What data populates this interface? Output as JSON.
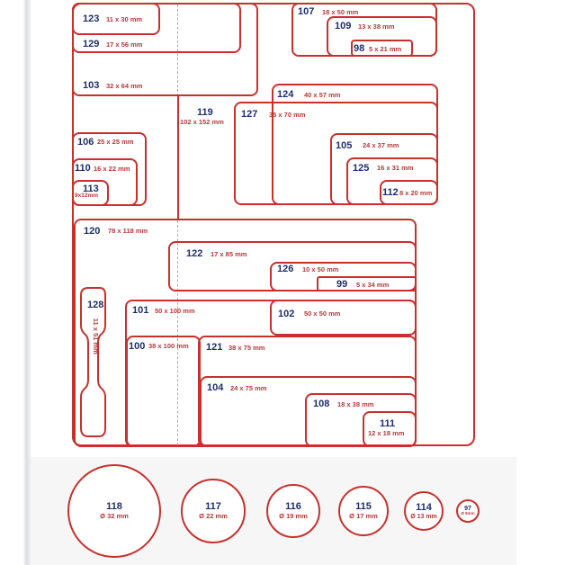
{
  "title": "Label size chart",
  "colors": {
    "outline": "#c9302c",
    "number": "#1f2e6b",
    "size": "#b8383a"
  },
  "labels": {
    "123": {
      "num": "123",
      "size": "11 x 30 mm"
    },
    "129": {
      "num": "129",
      "size": "17 x 56 mm"
    },
    "103": {
      "num": "103",
      "size": "32 x 64 mm"
    },
    "107": {
      "num": "107",
      "size": "18 x 50 mm"
    },
    "109": {
      "num": "109",
      "size": "13 x 38 mm"
    },
    "98": {
      "num": "98",
      "size": "5 x 21 mm"
    },
    "124": {
      "num": "124",
      "size": "40 x 57 mm"
    },
    "119": {
      "num": "119",
      "size": "102 x 152 mm"
    },
    "127": {
      "num": "127",
      "size": "35 x 70 mm"
    },
    "105": {
      "num": "105",
      "size": "24 x 37 mm"
    },
    "125": {
      "num": "125",
      "size": "16 x 31 mm"
    },
    "112": {
      "num": "112",
      "size": "8 x 20 mm"
    },
    "106": {
      "num": "106",
      "size": "25 x 25 mm"
    },
    "110": {
      "num": "110",
      "size": "16 x 22 mm"
    },
    "113": {
      "num": "113",
      "size": "9x12mm"
    },
    "120": {
      "num": "120",
      "size": "78 x 118 mm"
    },
    "122": {
      "num": "122",
      "size": "17 x 85 mm"
    },
    "126": {
      "num": "126",
      "size": "10 x 50 mm"
    },
    "99": {
      "num": "99",
      "size": "5 x 34 mm"
    },
    "128": {
      "num": "128",
      "size": "11 x 51 mm"
    },
    "101": {
      "num": "101",
      "size": "50 x 100 mm"
    },
    "102": {
      "num": "102",
      "size": "50 x 50 mm"
    },
    "100": {
      "num": "100",
      "size": "38 x 100 mm"
    },
    "121": {
      "num": "121",
      "size": "38 x 75 mm"
    },
    "104": {
      "num": "104",
      "size": "24 x 75 mm"
    },
    "108": {
      "num": "108",
      "size": "18 x 38 mm"
    },
    "111": {
      "num": "111",
      "size": "12 x 18 mm"
    }
  },
  "circles": {
    "118": {
      "num": "118",
      "size": "Ø 32 mm"
    },
    "117": {
      "num": "117",
      "size": "Ø 22 mm"
    },
    "116": {
      "num": "116",
      "size": "Ø 19 mm"
    },
    "115": {
      "num": "115",
      "size": "Ø 17 mm"
    },
    "114": {
      "num": "114",
      "size": "Ø 13 mm"
    },
    "97": {
      "num": "97",
      "size": "Ø 8mm"
    }
  }
}
